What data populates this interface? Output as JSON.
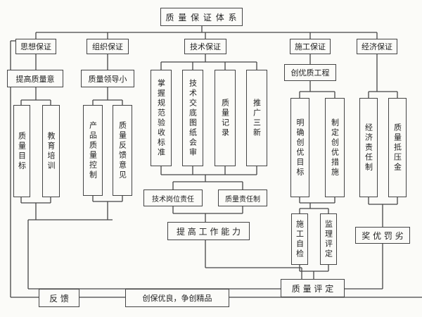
{
  "title": "质 量 保 证 体 系",
  "categories": {
    "thought": "思想保证",
    "organization": "组织保证",
    "technology": "技术保证",
    "construction": "施工保证",
    "economy": "经济保证"
  },
  "thought": {
    "sub": "提高质量意",
    "items": [
      "质量目标",
      "教育培训"
    ]
  },
  "organization": {
    "sub": "质量领导小",
    "items": [
      "产品质量控制",
      "质量反馈意见"
    ]
  },
  "technology": {
    "items": [
      "掌握规范验收标准",
      "技术交底图纸会审",
      "质量记录",
      "推广三新"
    ],
    "responsibility": [
      "技术岗位责任",
      "质量责任制"
    ],
    "improve": "提 高 工 作 能 力"
  },
  "construction": {
    "sub": "创优质工程",
    "items": [
      "明确创优目标",
      "制定创优措施"
    ],
    "checks": [
      "施工自检",
      "监理评定"
    ]
  },
  "economy": {
    "items": [
      "经济责任制",
      "质量抵压金"
    ],
    "reward": "奖 优 罚 劣"
  },
  "evaluation": "质 量 评 定",
  "feedback": "反 馈",
  "excellence": "创保优良，争创精品"
}
